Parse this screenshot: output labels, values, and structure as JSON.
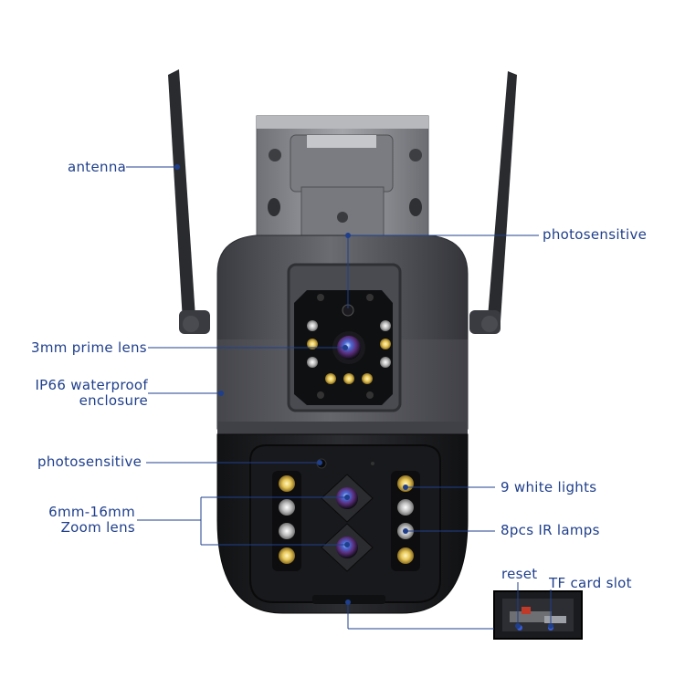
{
  "labels": {
    "antenna": "antenna",
    "photosensitive_top": "photosensitive",
    "prime_lens": "3mm prime lens",
    "enclosure_line1": "IP66 waterproof",
    "enclosure_line2": "enclosure",
    "photosensitive_bottom": "photosensitive",
    "zoom_line1": "6mm-16mm",
    "zoom_line2": "Zoom lens",
    "white_lights": "9 white lights",
    "ir_lamps": "8pcs IR lamps",
    "reset": "reset",
    "tf_card_slot": "TF card slot"
  },
  "colors": {
    "label_text": "#1f3f8c",
    "leader_line": "#1f3f8c",
    "housing_dark": "#2b2c30",
    "housing_gray": "#55575c",
    "bracket_gray": "#8a8c90",
    "white_led": "#d9d9d9",
    "yellow_led": "#e8c85a"
  }
}
